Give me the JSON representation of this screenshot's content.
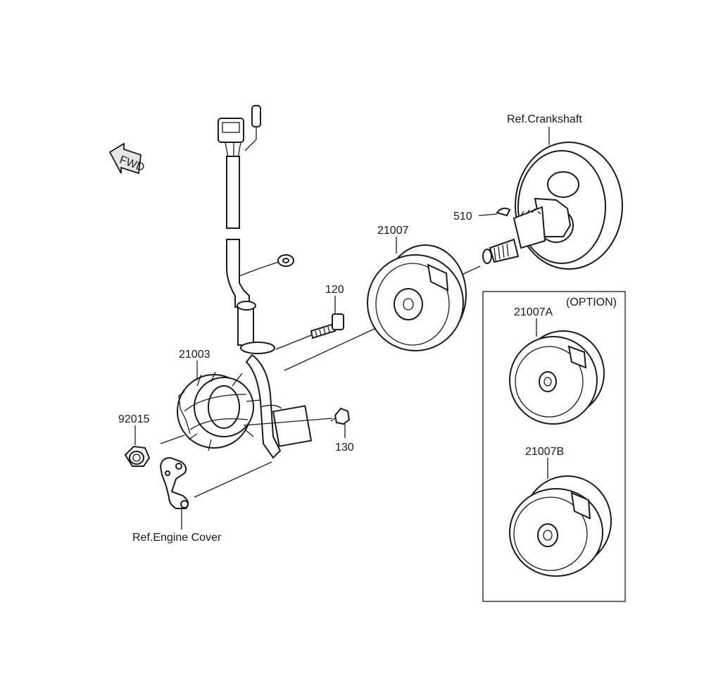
{
  "labels": {
    "fwd": "FWD",
    "ref_crankshaft": "Ref.Crankshaft",
    "part_510": "510",
    "part_21007": "21007",
    "part_120": "120",
    "part_21003": "21003",
    "part_92015": "92015",
    "part_130": "130",
    "ref_engine_cover": "Ref.Engine Cover"
  },
  "option_box": {
    "title": "(OPTION)",
    "part_a": "21007A",
    "part_b": "21007B"
  }
}
